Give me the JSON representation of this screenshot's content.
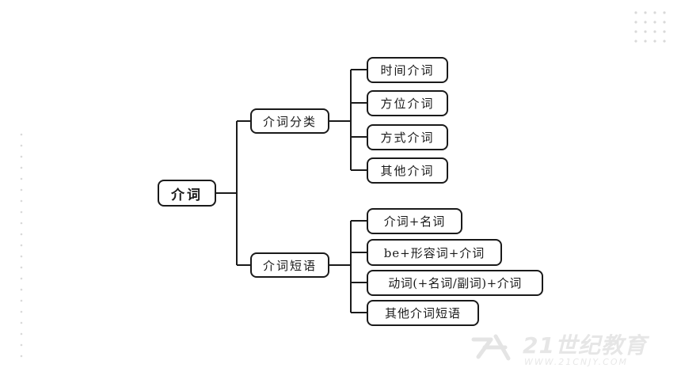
{
  "diagram": {
    "root": {
      "label": "介词"
    },
    "branches": [
      {
        "label": "介词分类",
        "children": [
          {
            "label": "时间介词"
          },
          {
            "label": "方位介词"
          },
          {
            "label": "方式介词"
          },
          {
            "label": "其他介词"
          }
        ]
      },
      {
        "label": "介词短语",
        "children": [
          {
            "label": "介词+名词"
          },
          {
            "label": "be+形容词+介词"
          },
          {
            "label": "动词(+名词/副词)+介词"
          },
          {
            "label": "其他介词短语"
          }
        ]
      }
    ]
  },
  "watermark": {
    "brand": "21世纪教育",
    "url": "WWW.21CNJY.COM"
  },
  "colors": {
    "line": "#1a1a1a",
    "decor_dots": "#d9d9d9",
    "watermark": "#e6e6e6"
  }
}
